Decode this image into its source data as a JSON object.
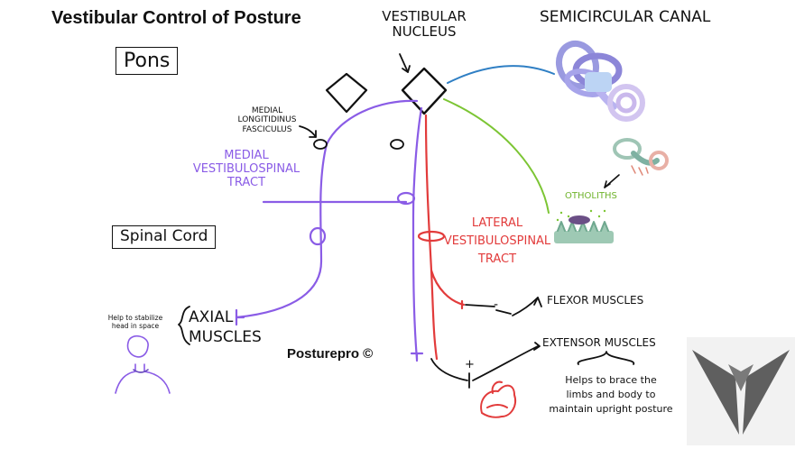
{
  "title": "Vestibular Control of Posture",
  "region_pons": "Pons",
  "region_spinal_cord": "Spinal Cord",
  "vestibular_nucleus": [
    "VESTIBULAR",
    "NUCLEUS"
  ],
  "semicircular_canal": "SEMICIRCULAR CANAL",
  "mlf": [
    "MEDIAL",
    "LONGITIDINUS",
    "FASCICULUS"
  ],
  "medial_tract": [
    "MEDIAL",
    "VESTIBULOSPINAL",
    "TRACT"
  ],
  "lateral_tract": [
    "LATERAL",
    "VESTIBULOSPINAL",
    "TRACT"
  ],
  "otoliths": "OTHOLITHS",
  "flexor": "FLEXOR MUSCLES",
  "extensor": "EXTENSOR MUSCLES",
  "flexor_sign": "-",
  "extensor_sign": "+",
  "axial": [
    "AXIAL",
    "MUSCLES"
  ],
  "axial_note": [
    "Help to stabilize",
    "head in space"
  ],
  "extensor_note": [
    "Helps to brace the",
    "limbs and body to",
    "maintain upright posture"
  ],
  "credit": "Posturepro ©",
  "colors": {
    "medial": "#8a5ce6",
    "lateral": "#e23b3b",
    "otolith_path": "#7cc534",
    "canal_path": "#2f7fc4",
    "ink": "#111111",
    "logo": "#5f5f5f"
  }
}
